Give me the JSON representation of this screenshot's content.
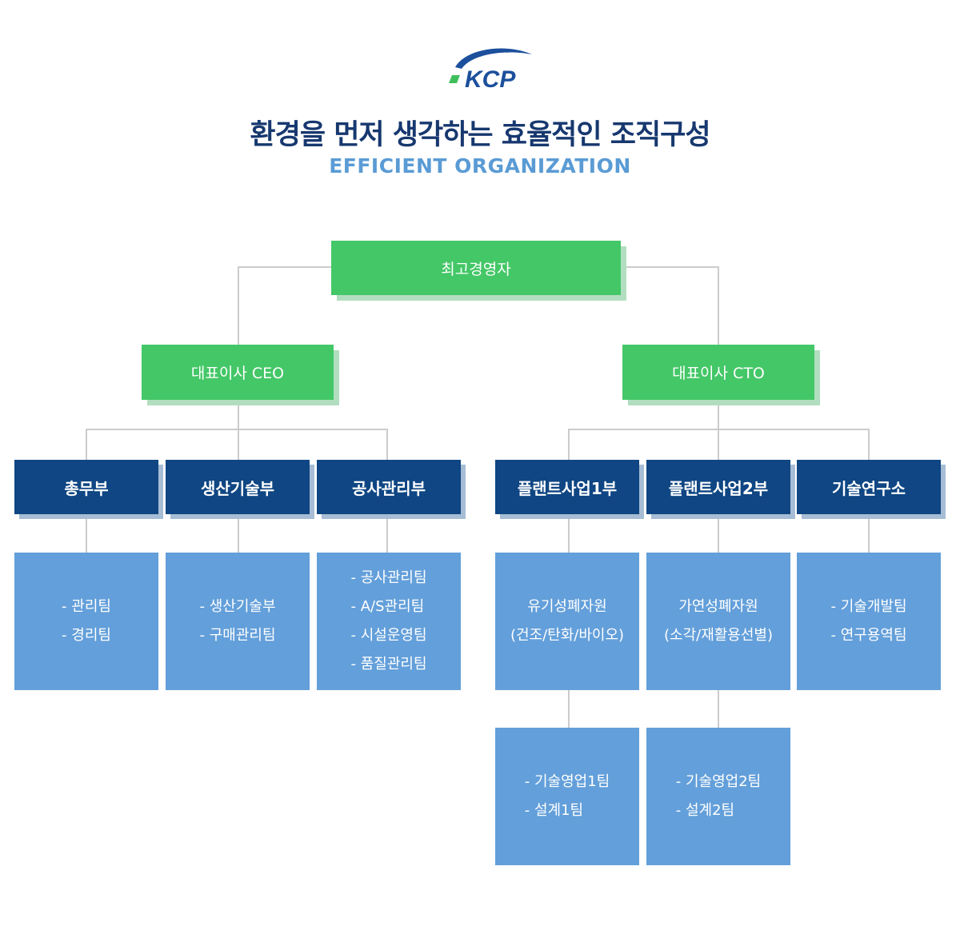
{
  "header": {
    "logo_text": "KCP",
    "title": "환경을 먼저 생각하는 효율적인 조직구성",
    "subtitle": "EFFICIENT ORGANIZATION"
  },
  "colors": {
    "green": "#44c767",
    "navy": "#0f4683",
    "light_blue": "#639fda",
    "title": "#17386f",
    "subtitle": "#5a9bd5",
    "line": "#cccccc"
  },
  "org": {
    "top": "최고경영자",
    "ceo": "대표이사 CEO",
    "cto": "대표이사 CTO",
    "departments": [
      {
        "name": "총무부",
        "teams": [
          "- 관리팀",
          "- 경리팀"
        ]
      },
      {
        "name": "생산기술부",
        "teams": [
          "- 생산기술부",
          "- 구매관리팀"
        ]
      },
      {
        "name": "공사관리부",
        "teams": [
          "- 공사관리팀",
          "- A/S관리팀",
          "- 시설운영팀",
          "- 품질관리팀"
        ]
      },
      {
        "name": "플랜트사업1부",
        "teams": [
          "유기성폐자원",
          "(건조/탄화/바이오)"
        ],
        "subteams": [
          "- 기술영업1팀",
          "- 설계1팀"
        ]
      },
      {
        "name": "플랜트사업2부",
        "teams": [
          "가연성폐자원",
          "(소각/재활용선별)"
        ],
        "subteams": [
          "- 기술영업2팀",
          "- 설계2팀"
        ]
      },
      {
        "name": "기술연구소",
        "teams": [
          "- 기술개발팀",
          "- 연구용역팀"
        ]
      }
    ]
  }
}
